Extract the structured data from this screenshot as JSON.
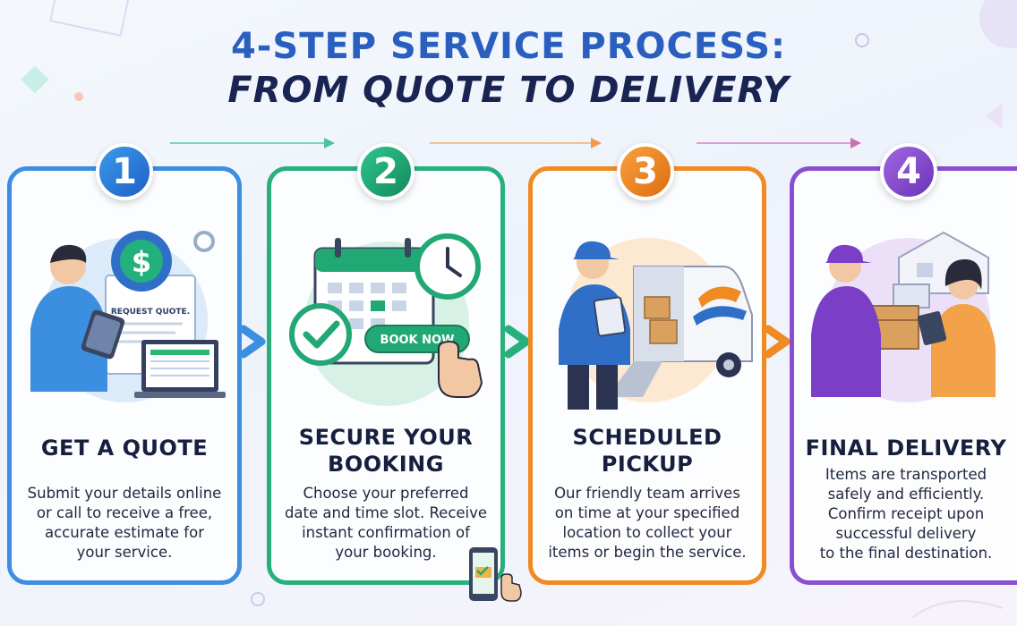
{
  "title": {
    "line1": "4-STEP SERVICE PROCESS:",
    "line2": "FROM QUOTE TO DELIVERY"
  },
  "steps": [
    {
      "number": "1",
      "title_line1": "GET A QUOTE",
      "title_line2": "",
      "description": [
        "Submit your details online",
        "or call to receive a free,",
        "accurate estimate for",
        "your service."
      ],
      "illustration_label": "REQUEST QUOTE.",
      "icon": "dollar-gear-icon",
      "color": "#2f86dc"
    },
    {
      "number": "2",
      "title_line1": "SECURE YOUR",
      "title_line2": "BOOKING",
      "description": [
        "Choose your preferred",
        "date and time slot. Receive",
        "instant confirmation of",
        "your booking."
      ],
      "illustration_label": "BOOK NOW",
      "icon": "calendar-clock-icon",
      "color": "#1fb07a"
    },
    {
      "number": "3",
      "title_line1": "SCHEDULED",
      "title_line2": "PICKUP",
      "description": [
        "Our friendly team arrives",
        "on time at your specified",
        "location to collect your",
        "items or begin the service."
      ],
      "illustration_label": "",
      "icon": "delivery-van-icon",
      "color": "#f08a22"
    },
    {
      "number": "4",
      "title_line1": "FINAL DELIVERY",
      "title_line2": "",
      "description": [
        "Items are transported",
        "safely and efficiently.",
        "Confirm receipt upon",
        "successful delivery",
        "to the final destination."
      ],
      "illustration_label": "",
      "icon": "package-house-icon",
      "color": "#8a4fd0"
    }
  ]
}
